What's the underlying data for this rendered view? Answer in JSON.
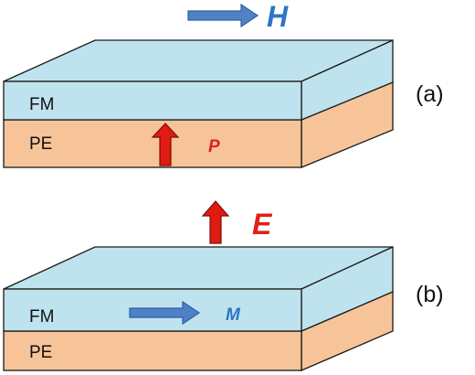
{
  "colors": {
    "fm": "#bfe3ee",
    "pe": "#f7c49a",
    "outline": "#1a1a1a",
    "blue_arrow": "#4f81c7",
    "red_arrow": "#e01b12",
    "h_text": "#2e75c6",
    "m_text": "#2e75c6",
    "p_text": "#e0201a",
    "e_text": "#e0201a"
  },
  "panel_a": {
    "label": "(a)",
    "top_layer_label": "FM",
    "bottom_layer_label": "PE",
    "field_symbol": "H",
    "polarization_symbol": "P"
  },
  "panel_b": {
    "label": "(b)",
    "top_layer_label": "FM",
    "bottom_layer_label": "PE",
    "field_symbol": "E",
    "magnetization_symbol": "M"
  }
}
